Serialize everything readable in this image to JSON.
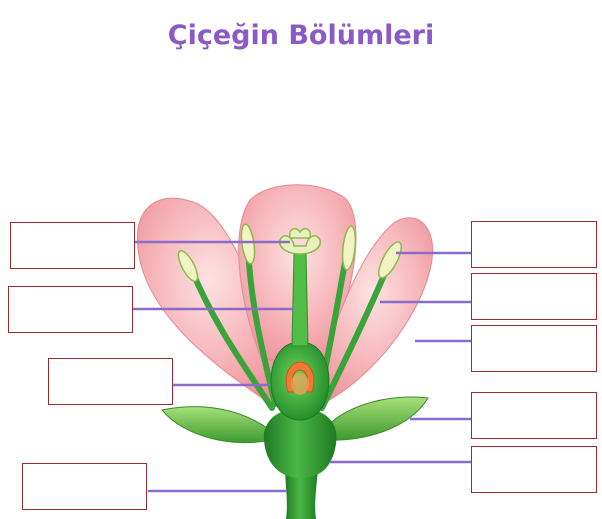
{
  "title": "Çiçeğin Bölümleri",
  "colors": {
    "title": "#8a5bc6",
    "petal": "#f4a3a8",
    "petal_edge": "#e48a92",
    "stem": "#2f9a2f",
    "leaf": "#6cc04a",
    "ovule": "#f07a32",
    "leader_line": "#8c6cc9",
    "box_border": "#9b2a33"
  },
  "label_boxes": [
    {
      "side": "left",
      "value": ""
    },
    {
      "side": "left",
      "value": ""
    },
    {
      "side": "left",
      "value": ""
    },
    {
      "side": "left",
      "value": ""
    },
    {
      "side": "right",
      "value": ""
    },
    {
      "side": "right",
      "value": ""
    },
    {
      "side": "right",
      "value": ""
    },
    {
      "side": "right",
      "value": ""
    },
    {
      "side": "right",
      "value": ""
    }
  ]
}
